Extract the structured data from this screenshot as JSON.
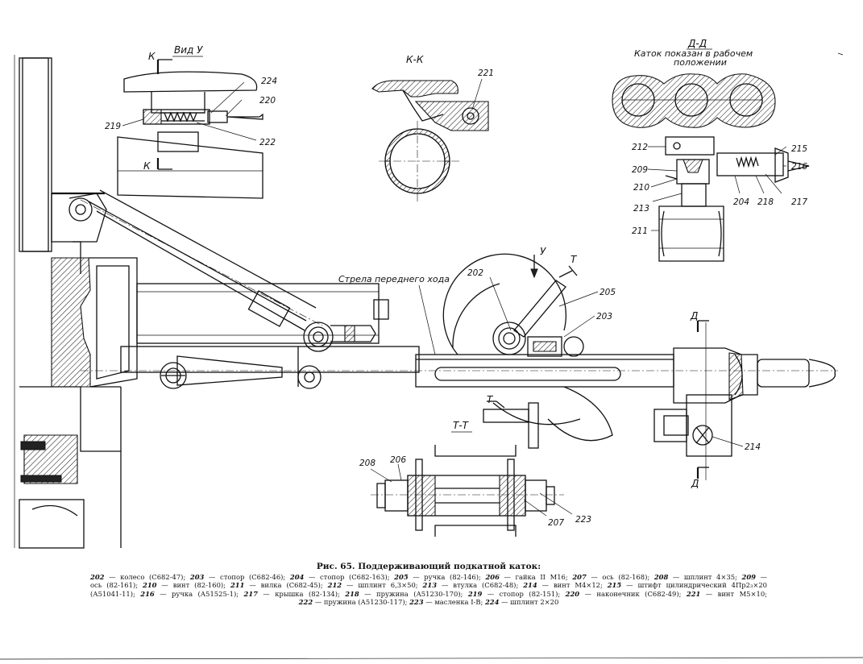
{
  "figure": {
    "caption_title": "Рис. 65. Поддерживающий подкатной каток:",
    "caption_lines": [
      [
        [
          "202",
          " — колесо (С682-47); "
        ],
        [
          "203",
          " — стопор (С682-46); "
        ],
        [
          "204",
          " — стопор (С682-163); "
        ],
        [
          "205",
          " — ручка (82-146); "
        ],
        [
          "206",
          " — гайка II М16; "
        ],
        [
          "207",
          " — ось (82-168); "
        ],
        [
          "208",
          " — шплинт 4×35; "
        ],
        [
          "209",
          " —"
        ]
      ],
      [
        [
          "",
          "ось (82-161); "
        ],
        [
          "210",
          " — винт (82-160); "
        ],
        [
          "211",
          " — вилка (С682-45); "
        ],
        [
          "212",
          " — шплинт 6,3×50; "
        ],
        [
          "213",
          " — втулка (С682-48); "
        ],
        [
          "214",
          " — винт М4×12; "
        ],
        [
          "215",
          " — штифт цилиндрический 4Пр2₃×20"
        ]
      ],
      [
        [
          "",
          "(А51041-11); "
        ],
        [
          "216",
          " — ручка (А51525-1); "
        ],
        [
          "217",
          " — крышка (82-134); "
        ],
        [
          "218",
          " — пружина (А51230-170); "
        ],
        [
          "219",
          " — стопор (82-151); "
        ],
        [
          "220",
          " — наконечник (С682-49); "
        ],
        [
          "221",
          " — винт М5×10;"
        ]
      ],
      [
        [
          "222",
          " — пружина (А51230-117); "
        ],
        [
          "223",
          " — масленка I-В; "
        ],
        [
          "224",
          " — шплинт 2×20"
        ]
      ]
    ]
  },
  "views": {
    "vid_u": "Вид У",
    "k_k": "К-К",
    "d_d": "Д-Д",
    "d_d_note_1": "Каток показан в рабочем",
    "d_d_note_2": "положении",
    "t_t": "Т-Т",
    "strela": "Стрела переднего хода"
  },
  "marks": {
    "k": "К",
    "u": "У",
    "t": "Т",
    "d": "Д"
  },
  "part_labels": {
    "p202": "202",
    "p203": "203",
    "p204": "204",
    "p205": "205",
    "p206": "206",
    "p207": "207",
    "p208": "208",
    "p209": "209",
    "p210": "210",
    "p211": "211",
    "p212": "212",
    "p213": "213",
    "p214": "214",
    "p215": "215",
    "p216": "216",
    "p217": "217",
    "p218": "218",
    "p219": "219",
    "p220": "220",
    "p221": "221",
    "p222": "222",
    "p223": "223",
    "p224": "224"
  }
}
